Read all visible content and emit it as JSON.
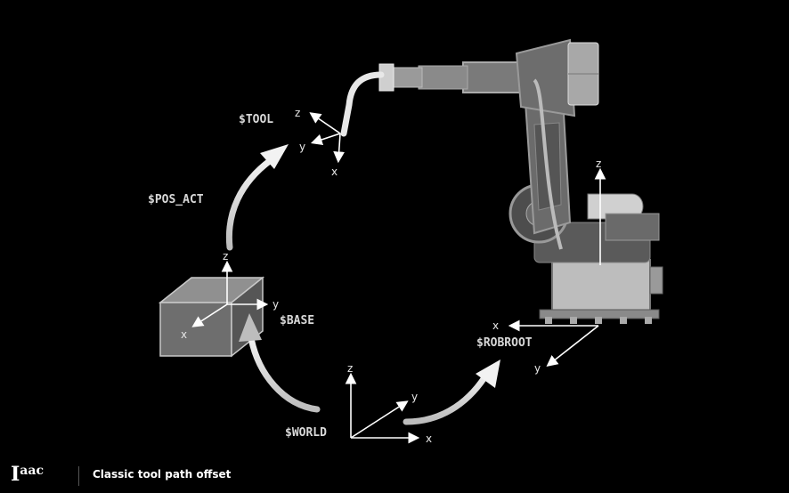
{
  "frames": {
    "tool": {
      "label": "$TOOL",
      "axes": {
        "z": "z",
        "y": "y",
        "x": "x"
      }
    },
    "pos_act": {
      "label": "$POS_ACT"
    },
    "base": {
      "label": "$BASE",
      "axes": {
        "z": "z",
        "y": "y",
        "x": "x"
      }
    },
    "world": {
      "label": "$WORLD",
      "axes": {
        "z": "z",
        "y": "y",
        "x": "x"
      }
    },
    "robroot": {
      "label": "$ROBROOT",
      "axes": {
        "z": "z",
        "x": "x",
        "y": "y"
      }
    }
  },
  "footer": {
    "logo_main": "I",
    "logo_sup": "aac",
    "caption": "Classic tool path offset"
  },
  "colors": {
    "background": "#000000",
    "arrow": "#d9d9d9",
    "robot": "#8c8c8c"
  }
}
